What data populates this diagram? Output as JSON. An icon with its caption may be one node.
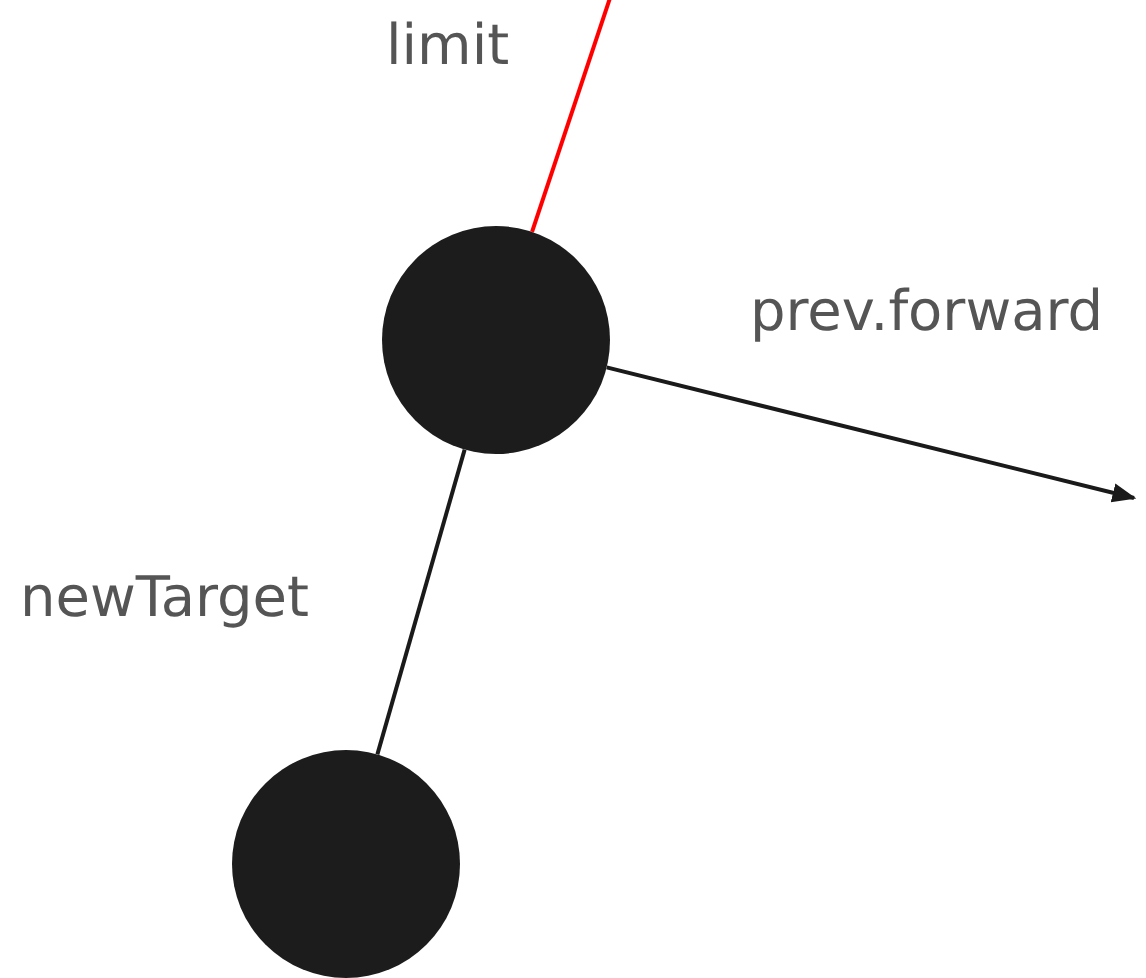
{
  "diagram": {
    "nodes": [
      {
        "text": [],
        "shape": "circle"
      },
      {
        "text": [],
        "shape": "circle"
      }
    ],
    "edges": [
      {
        "from": 0,
        "to": null,
        "arrow": "none",
        "label": "limit",
        "color": "#ff0000"
      },
      {
        "from": 0,
        "to": null,
        "arrow": "to",
        "label": "prev.forward"
      },
      {
        "from": 0,
        "to": 1,
        "arrow": "none",
        "label": "newTarget"
      }
    ]
  }
}
